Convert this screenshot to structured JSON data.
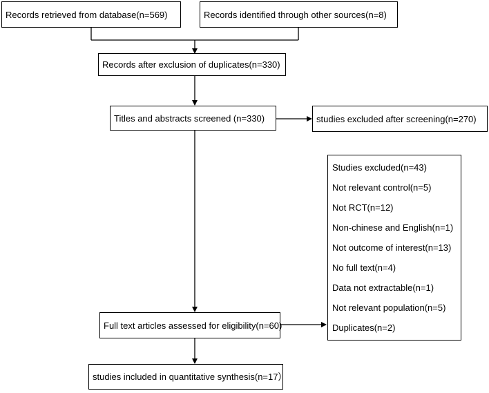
{
  "flow": {
    "database_records": "Records retrieved from database(n=569)",
    "other_sources": "Records identified through other sources(n=8)",
    "after_duplicates": "Records after exclusion of duplicates(n=330)",
    "screened": "Titles and abstracts screened (n=330)",
    "excluded_screening": "studies excluded after screening(n=270)",
    "full_text": "Full text articles assessed for eligibility(n=60)",
    "included": "studies included in quantitative synthesis(n=17）"
  },
  "exclusion_details": [
    "Studies excluded(n=43)",
    "Not relevant control(n=5)",
    "Not RCT(n=12)",
    "Non-chinese and English(n=1)",
    "Not outcome of interest(n=13)",
    "No full text(n=4)",
    "Data not extractable(n=1)",
    "Not relevant population(n=5)",
    "Duplicates(n=2)"
  ]
}
